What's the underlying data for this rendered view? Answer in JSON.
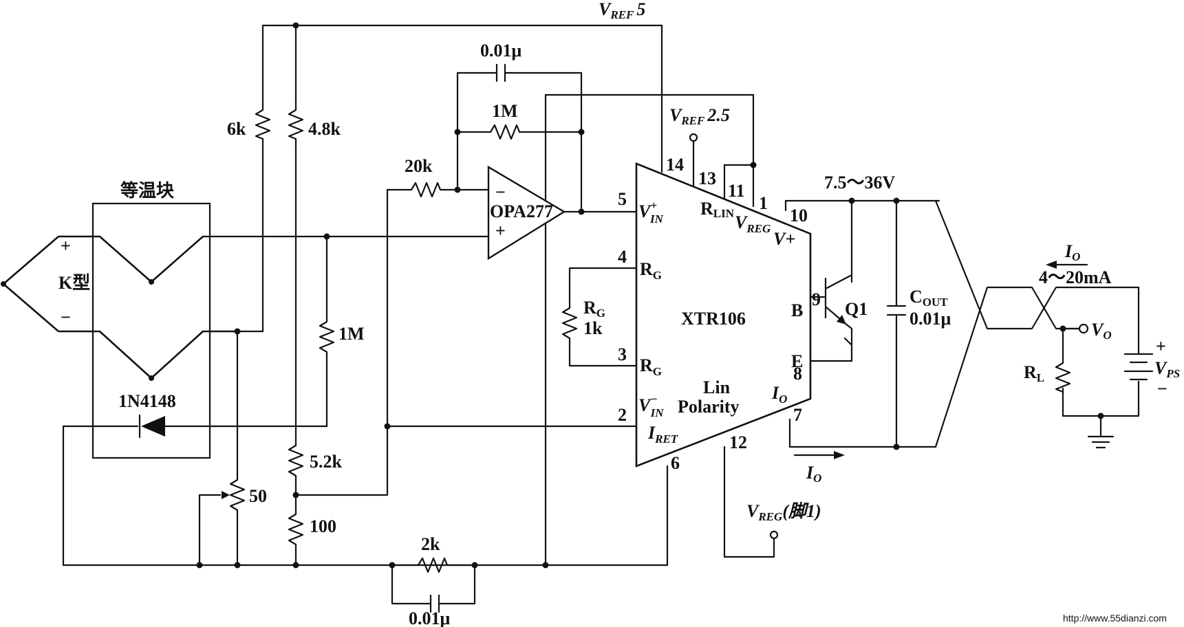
{
  "diagram": {
    "components": {
      "r_6k": "6k",
      "r_4_8k": "4.8k",
      "cap_top": "0.01μ",
      "r_1m_top": "1M",
      "r_20k": "20k",
      "opamp": "OPA277",
      "opamp_minus": "−",
      "opamp_plus": "+",
      "block": "等温块",
      "thermocouple": "K型",
      "tc_plus": "+",
      "tc_minus": "−",
      "r_1m_mid": "1M",
      "diode": "1N4148",
      "r_50": "50",
      "r_5_2k": "5.2k",
      "r_100": "100",
      "r_2k": "2k",
      "cap_bottom": "0.01μ",
      "rg_name": "R",
      "rg_sub": "G",
      "rg_value": "1k",
      "ic": "XTR106",
      "transistor": "Q1",
      "cout_name": "C",
      "cout_sub": "OUT",
      "cout_value": "0.01μ",
      "supply_range": "7.5～36V",
      "current_range": "4～20mA",
      "rl_name": "R",
      "rl_sub": "L",
      "vps_plus": "+",
      "vps_minus": "−",
      "vps_name": "V",
      "vps_sub": "PS"
    },
    "nets": {
      "vref5_name": "V",
      "vref5_sub": "REF",
      "vref5_val": "5",
      "vref25_name": "V",
      "vref25_sub": "REF",
      "vref25_val": "2.5",
      "vreg_name": "V",
      "vreg_sub": "REG",
      "vreg_note": "(脚1)",
      "io_name": "I",
      "io_sub": "O",
      "vo_name": "V",
      "vo_sub": "O"
    },
    "pins": {
      "p14": "14",
      "p13": "13",
      "p11": "11",
      "p1": "1",
      "p10": "10",
      "p5": "5",
      "p4": "4",
      "p3": "3",
      "p2": "2",
      "p6": "6",
      "p12": "12",
      "p7": "7",
      "p8": "8",
      "p9": "9"
    },
    "pin_labels": {
      "vin_plus_name": "V",
      "vin_plus_sup": "+",
      "vin_plus_sub": "IN",
      "vin_minus_name": "V",
      "vin_minus_sup": "−",
      "vin_minus_sub": "IN",
      "rg_top_name": "R",
      "rg_top_sub": "G",
      "rg_bot_name": "R",
      "rg_bot_sub": "G",
      "iret_name": "I",
      "iret_sub": "RET",
      "rlin_name": "R",
      "rlin_sub": "LIN",
      "vreg_name": "V",
      "vreg_sub": "REG",
      "vplus": "V+",
      "b": "B",
      "e": "E",
      "io_name": "I",
      "io_sub": "O",
      "lin": "Lin",
      "polarity": "Polarity"
    },
    "watermark": "http://www.55dianzi.com"
  }
}
